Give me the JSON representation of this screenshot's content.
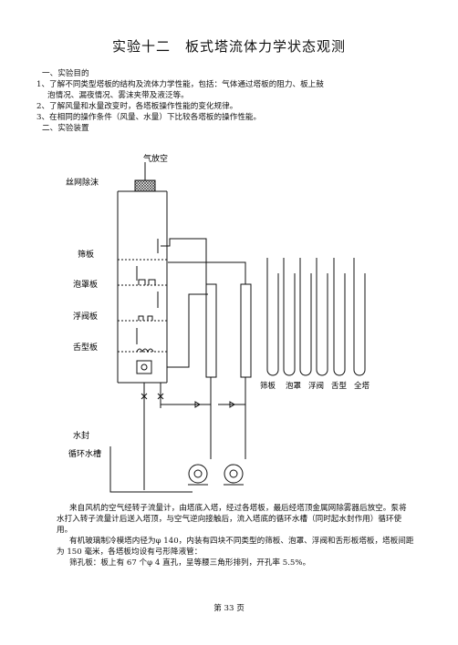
{
  "title": "实验十二　板式塔流体力学状态观测",
  "section1": {
    "heading": "一、实验目的",
    "items": [
      "1、了解不同类型塔板的结构及流体力学性能，包括：气体通过塔板的阻力、板上鼓",
      "泡情况、漏夜情况、雾沫夹带及液泛等。",
      "2、了解风量和水量改变时，各塔板操作性能的变化规律。",
      "3、在相同的操作条件（风量、水量）下比较各塔板的操作性能。"
    ]
  },
  "section2": {
    "heading": "二、实验装置"
  },
  "figure": {
    "top_label": "气放空",
    "labels": {
      "mist": "丝网除沫",
      "sieve": "筛板",
      "bubble": "泡罩板",
      "float": "浮阀板",
      "tongue": "舌型板",
      "seal": "水封",
      "tank": "循环水槽"
    },
    "manometer_labels": [
      "筛板",
      "泡罩",
      "浮阀",
      "舌型",
      "全塔"
    ]
  },
  "body": [
    "来自风机的空气经转子流量计，由塔底入塔，经过各塔板，最后经塔顶金属网除雾器后放空。泵将水打入转子流量计后送入塔顶，与空气逆向接触后，流入塔底的循环水槽（同时起水封作用）循环使用。",
    "有机玻璃制冷模塔内径为φ 140，内装有四块不同类型的筛板、泡罩、浮阀和舌形板塔板，塔板间距为 150 毫米，各塔板均设有弓形降液管：",
    "筛孔板：板上有 67 个φ 4 直孔，呈等腰三角形排列，开孔率 5.5%。"
  ],
  "footer": "第 33 页"
}
